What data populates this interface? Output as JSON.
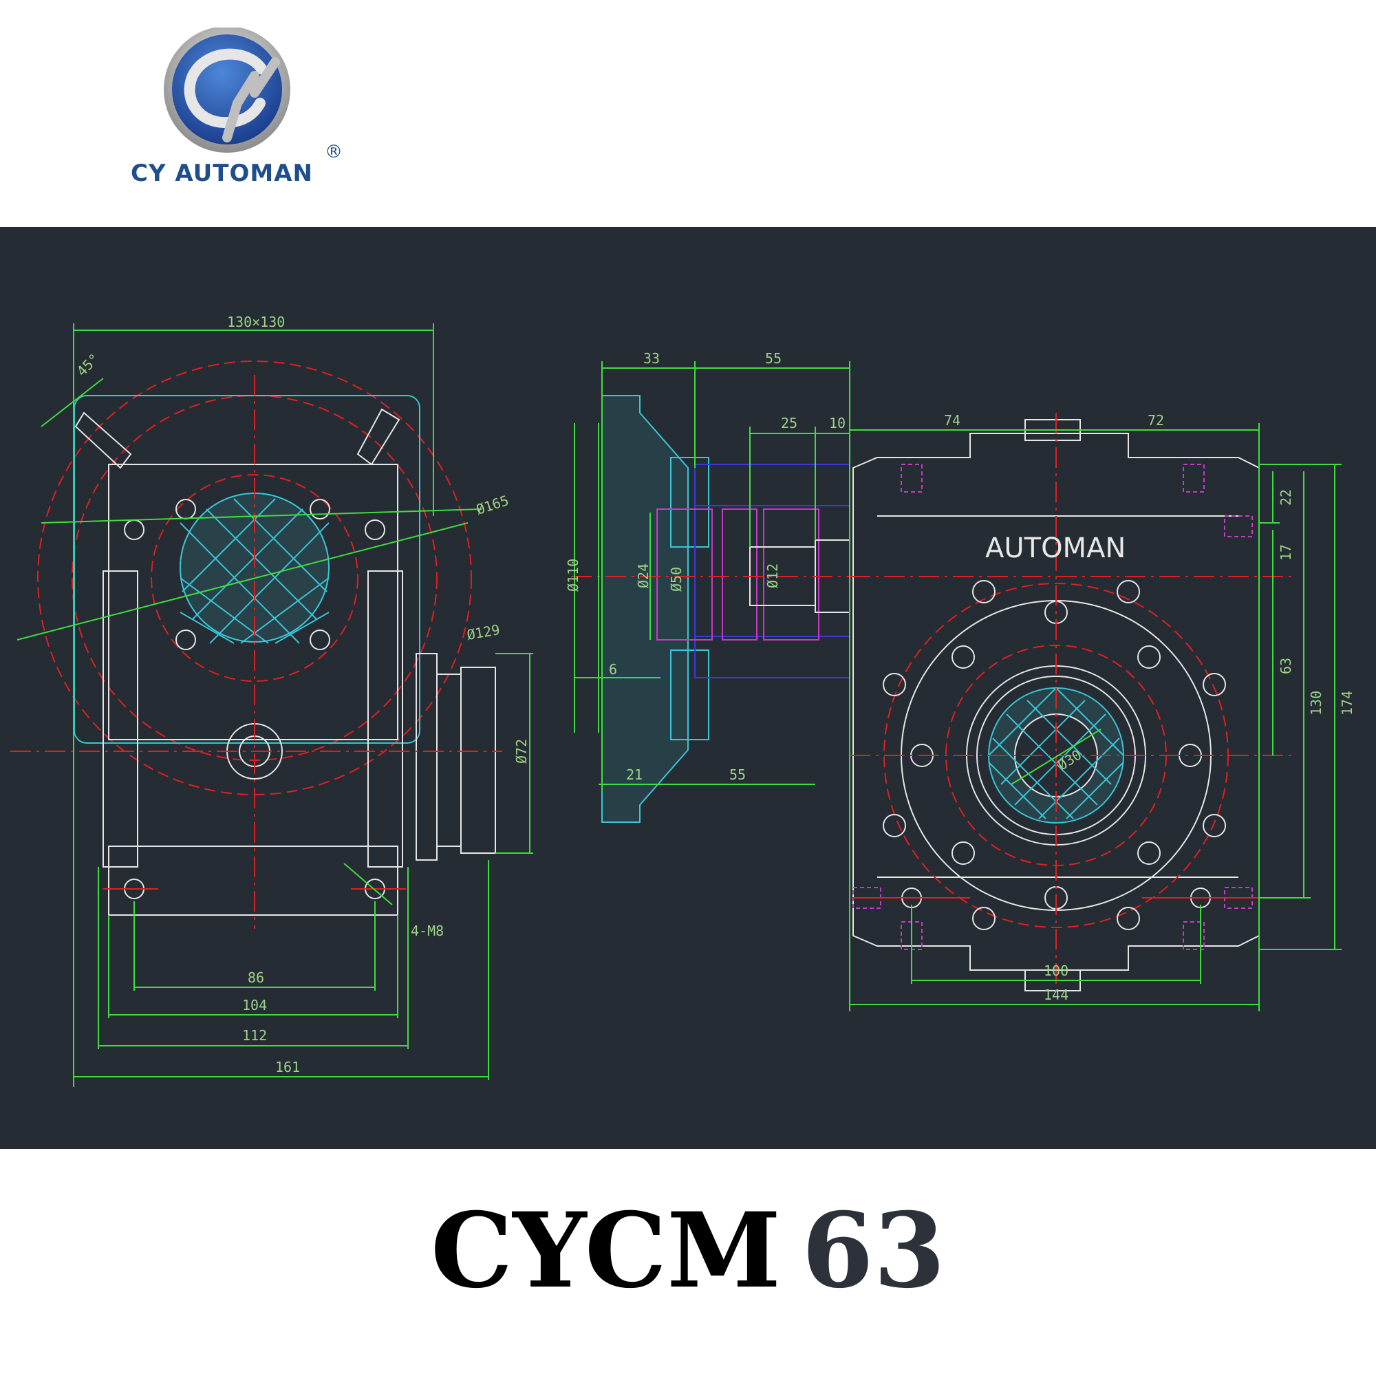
{
  "header": {
    "logo_text": "CY AUTOMAN",
    "registered_mark": "®"
  },
  "drawing": {
    "housing_brand": "AUTOMAN",
    "left_view_dims": {
      "flange": "130×130",
      "angle": "45°",
      "pcd_large": "Ø165",
      "pcd_small": "Ø129",
      "shaft_pilot": "Ø72",
      "holes": "4-M8",
      "d86": "86",
      "d104": "104",
      "d112": "112",
      "d161": "161"
    },
    "section_view_dims": {
      "d33": "33",
      "d55_top": "55",
      "d25": "25",
      "d10": "10",
      "d110": "Ø110",
      "d24": "Ø24",
      "d50": "Ø50",
      "d12": "Ø12",
      "d6": "6",
      "d21": "21",
      "d55_bottom": "55"
    },
    "front_view_dims": {
      "d74": "74",
      "d72": "72",
      "d22": "22",
      "d17": "17",
      "d63": "63",
      "d130": "130",
      "d174": "174",
      "d100": "100",
      "d144": "144",
      "bore": "Ø30"
    },
    "colors": {
      "background": "#252c33",
      "dimension": "#3fdc3f",
      "outline": "#e6e6e6",
      "centerline": "#e02020",
      "flange": "#39c6d6",
      "adapter": "#3a3ad8",
      "hidden": "#c43cc4"
    }
  },
  "footer": {
    "model_prefix": "CYCM",
    "model_number": "63"
  }
}
